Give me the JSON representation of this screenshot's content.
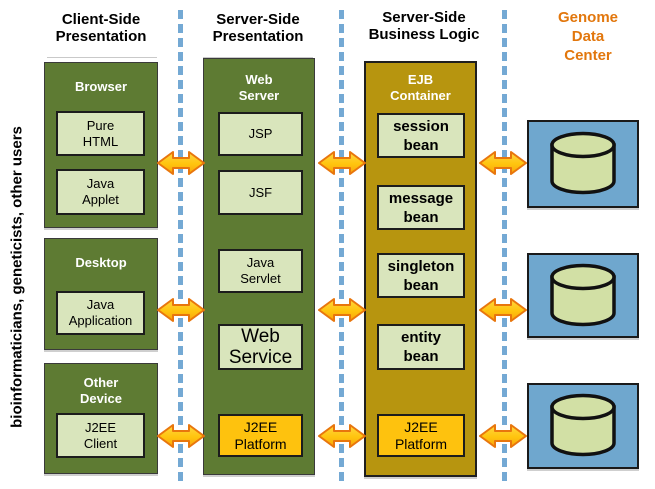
{
  "left_label": "bioinformaticians, geneticists, other users",
  "headers": {
    "client_side": "Client-Side\nPresentation",
    "server_side_presentation": "Server-Side\nPresentation",
    "server_side_business": "Server-Side\nBusiness Logic",
    "genome_data_center": "Genome\nData\nCenter"
  },
  "containers": {
    "browser": "Browser",
    "desktop": "Desktop",
    "other_device": "Other\nDevice",
    "web_server": "Web\nServer",
    "ejb_container": "EJB\nContainer"
  },
  "boxes": {
    "pure_html": "Pure\nHTML",
    "java_applet": "Java\nApplet",
    "java_application": "Java\nApplication",
    "j2ee_client": "J2EE\nClient",
    "jsp": "JSP",
    "jsf": "JSF",
    "java_servlet": "Java\nServlet",
    "web_service": "Web\nService",
    "j2ee_platform_web": "J2EE\nPlatform",
    "session_bean": "session\nbean",
    "message_bean": "message\nbean",
    "singleton_bean": "singleton\nbean",
    "entity_bean": "entity\nbean",
    "j2ee_platform_ejb": "J2EE\nPlatform"
  },
  "icons": {
    "database": "database-cylinder",
    "arrow": "double-headed-arrow"
  },
  "colors": {
    "container_green": "#5E7B33",
    "box_light_green": "#D9E5BC",
    "ejb_gold": "#B7950F",
    "platform_yellow": "#FEC20E",
    "data_blue": "#6FA7CE",
    "dash_blue": "#74A9D4",
    "genome_orange": "#E2770D",
    "arrow_yellow": "#FFC40E",
    "arrow_orange_border": "#E8760D"
  }
}
